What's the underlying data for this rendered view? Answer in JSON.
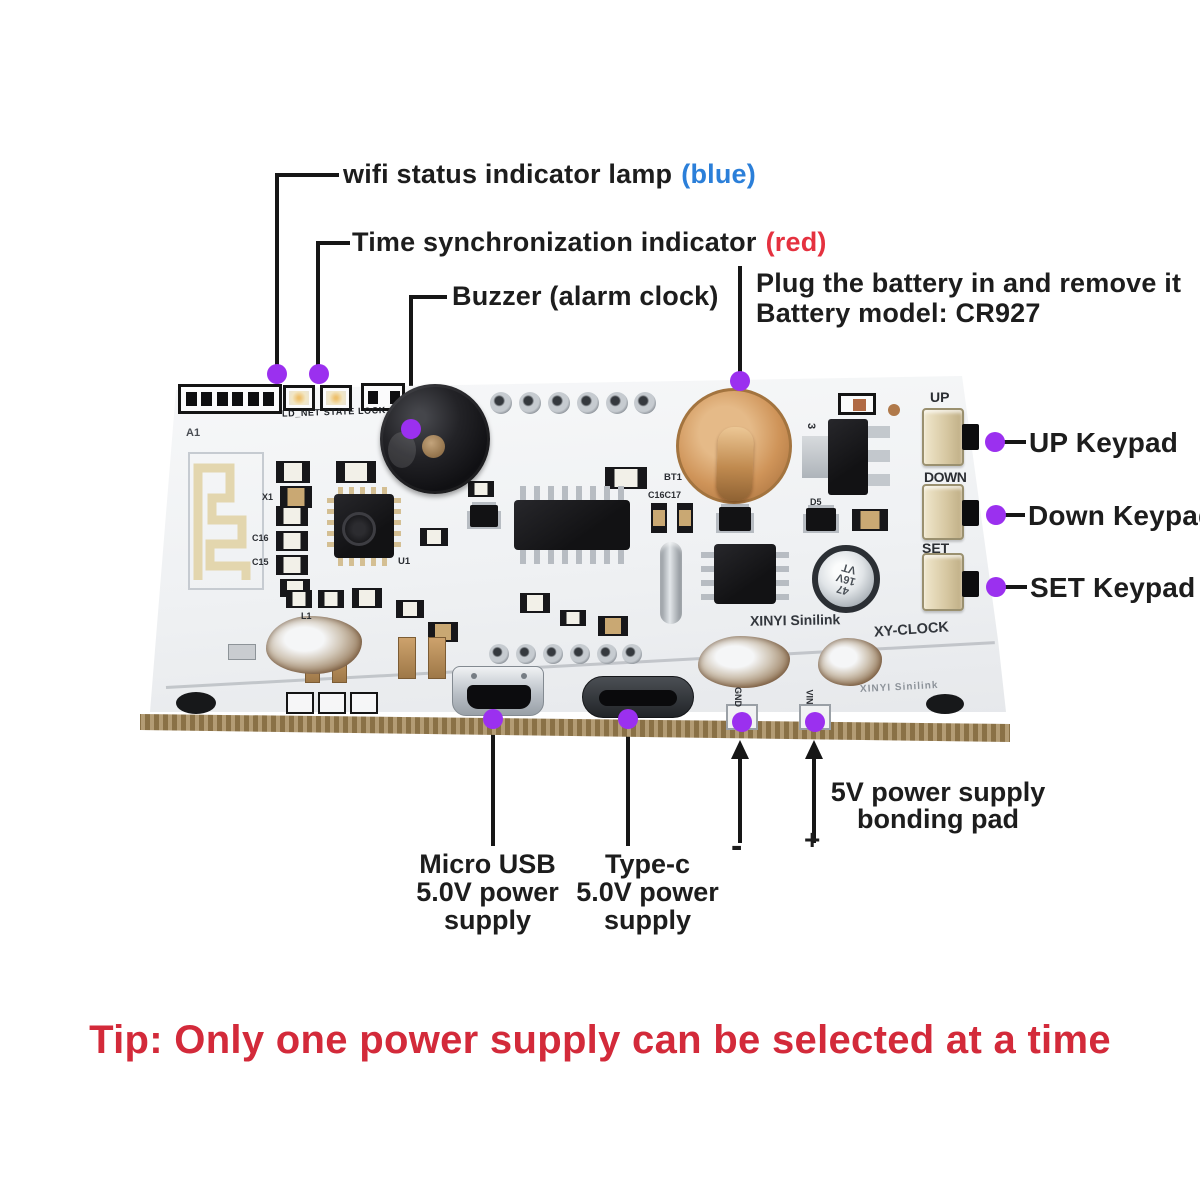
{
  "colors": {
    "marker_purple": "#9b30ef",
    "note_blue": "#2b7fd9",
    "note_red": "#e5313f",
    "tip_red": "#d32a3a",
    "board_gold_edge": "#a08352"
  },
  "callouts": {
    "wifi": {
      "label": "wifi status indicator lamp",
      "note": "(blue)"
    },
    "time_sync": {
      "label": "Time synchronization indicator",
      "note": "(red)"
    },
    "buzzer": {
      "label": "Buzzer (alarm clock)"
    },
    "battery": {
      "line1": "Plug the battery in and remove it",
      "line2": "Battery model: CR927"
    },
    "up_keypad": {
      "label": "UP Keypad"
    },
    "down_keypad": {
      "label": "Down Keypad"
    },
    "set_keypad": {
      "label": "SET Keypad"
    },
    "micro_usb": {
      "line1": "Micro USB",
      "line2": "5.0V power",
      "line3": "supply"
    },
    "type_c": {
      "line1": "Type-c",
      "line2": "5.0V power",
      "line3": "supply"
    },
    "bonding_pad": {
      "line1": "5V power supply",
      "line2": "bonding pad"
    },
    "minus": "-",
    "plus": "+"
  },
  "tip": "Tip: Only one power supply can be selected at a time",
  "board": {
    "silkscreen": {
      "a1": "A1",
      "led_labels": "LD_NET STATE LOCK",
      "x1": "X1",
      "c16": "C16",
      "c15": "C15",
      "l1": "L1",
      "u1": "U1",
      "bt1": "BT1",
      "c16c17": "C16C17",
      "d5": "D5",
      "reg_mark": "3",
      "up": "UP",
      "down": "DOWN",
      "set": "SET",
      "brand": "XINYI Sinilink",
      "model": "XY-CLOCK",
      "edge_brand": "XINYI Sinilink",
      "gnd": "GND",
      "vin": "VIN"
    },
    "capacitor_marking": {
      "line1": "47",
      "line2": "16V",
      "line3": "VT"
    }
  }
}
